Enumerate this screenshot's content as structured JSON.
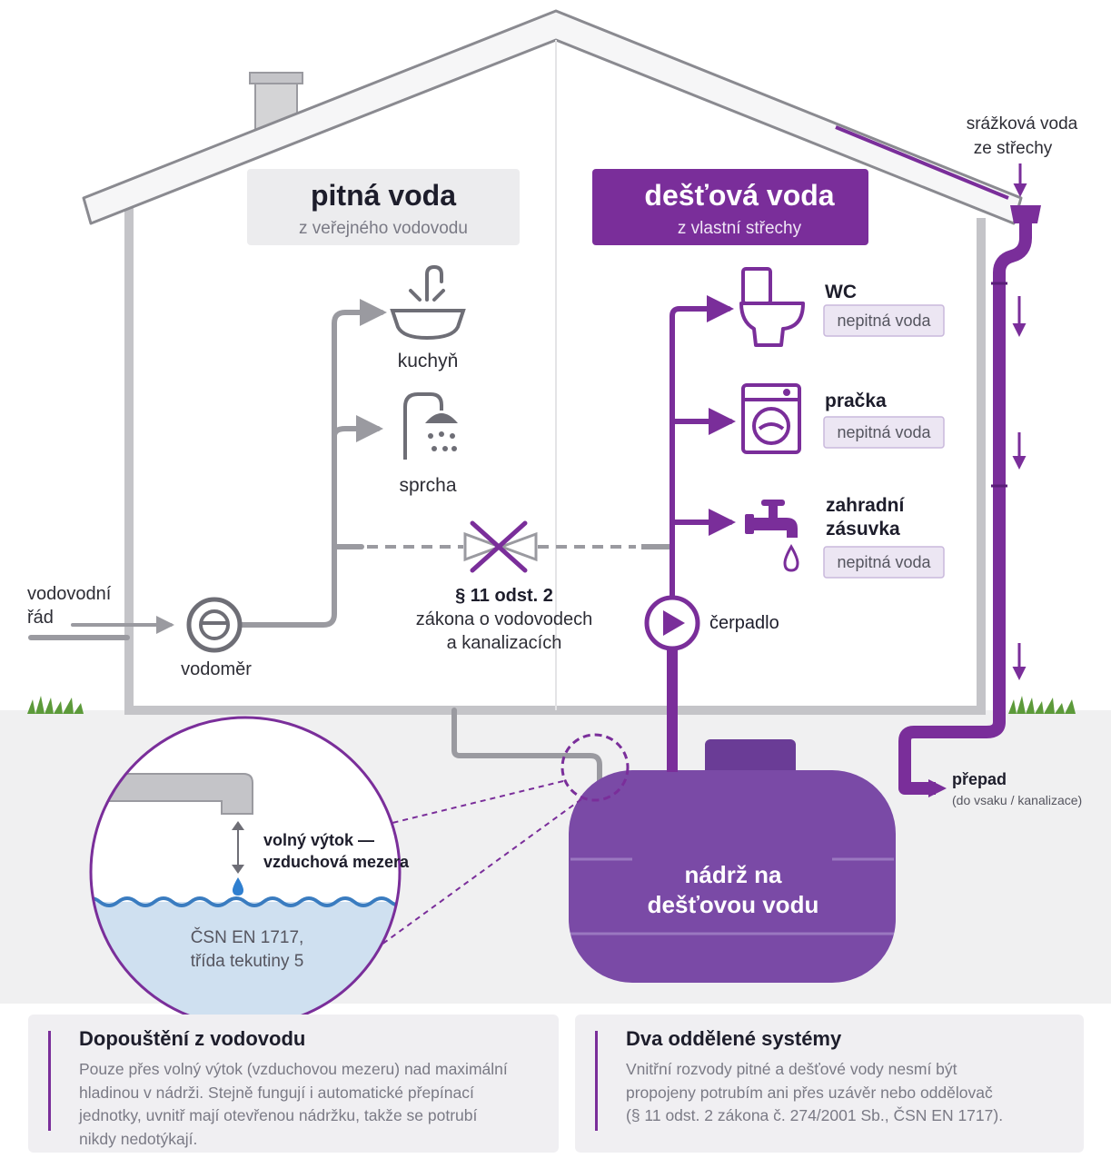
{
  "headers": {
    "potable": {
      "title": "pitná voda",
      "subtitle": "z veřejného vodovodu"
    },
    "rain": {
      "title": "dešťová voda",
      "subtitle": "z vlastní střechy"
    }
  },
  "labels": {
    "roof_water_line1": "srážková voda",
    "roof_water_line2": "ze střechy",
    "supply_line1": "vodovodní",
    "supply_line2": "řád",
    "meter": "vodoměr",
    "kitchen": "kuchyň",
    "shower": "sprcha",
    "law_line1": "§ 11 odst. 2",
    "law_line2": "zákona o vodovodech",
    "law_line3": "a kanalizacích",
    "pump": "čerpadlo",
    "overflow": "přepad",
    "overflow_sub": "(do vsaku / kanalizace)",
    "tank_line1": "nádrž na",
    "tank_line2": "dešťovou vodu",
    "airgap_line1": "volný výtok —",
    "airgap_line2": "vzduchová mezera",
    "standard_line1": "ČSN EN 1717,",
    "standard_line2": "třída tekutiny 5"
  },
  "appliances": [
    {
      "name": "WC",
      "badge": "nepitná voda"
    },
    {
      "name": "pračka",
      "badge": "nepitná voda"
    },
    {
      "name_line1": "zahradní",
      "name_line2": "zásuvka",
      "badge": "nepitná voda"
    }
  ],
  "cards": [
    {
      "title": "Dopouštění z vodovodu",
      "lines": [
        "Pouze přes volný výtok (vzduchovou mezeru) nad maximální",
        "hladinou v nádrži. Stejně fungují i automatické přepínací",
        "jednotky, uvnitř mají otevřenou nádržku, takže se potrubí",
        "nikdy nedotýkají."
      ]
    },
    {
      "title": "Dva oddělené systémy",
      "lines": [
        "Vnitřní rozvody pitné a dešťové vody nesmí být",
        "propojeny potrubím ani přes uzávěr nebo oddělovač",
        "(§ 11 odst. 2 zákona č. 274/2001 Sb., ČSN EN 1717)."
      ]
    }
  ],
  "colors": {
    "purple": "#7a2e9a",
    "tank": "#7a4aa6",
    "grey_pipe": "#9a9aa0",
    "potable_header_bg": "#ececee",
    "rain_header_bg": "#7a2e9a",
    "badge_bg": "#ece6f3"
  },
  "icons": [
    "sink-icon",
    "shower-icon",
    "toilet-icon",
    "washing-machine-icon",
    "garden-tap-icon",
    "water-meter-icon",
    "pump-icon",
    "blocked-valve-icon"
  ]
}
